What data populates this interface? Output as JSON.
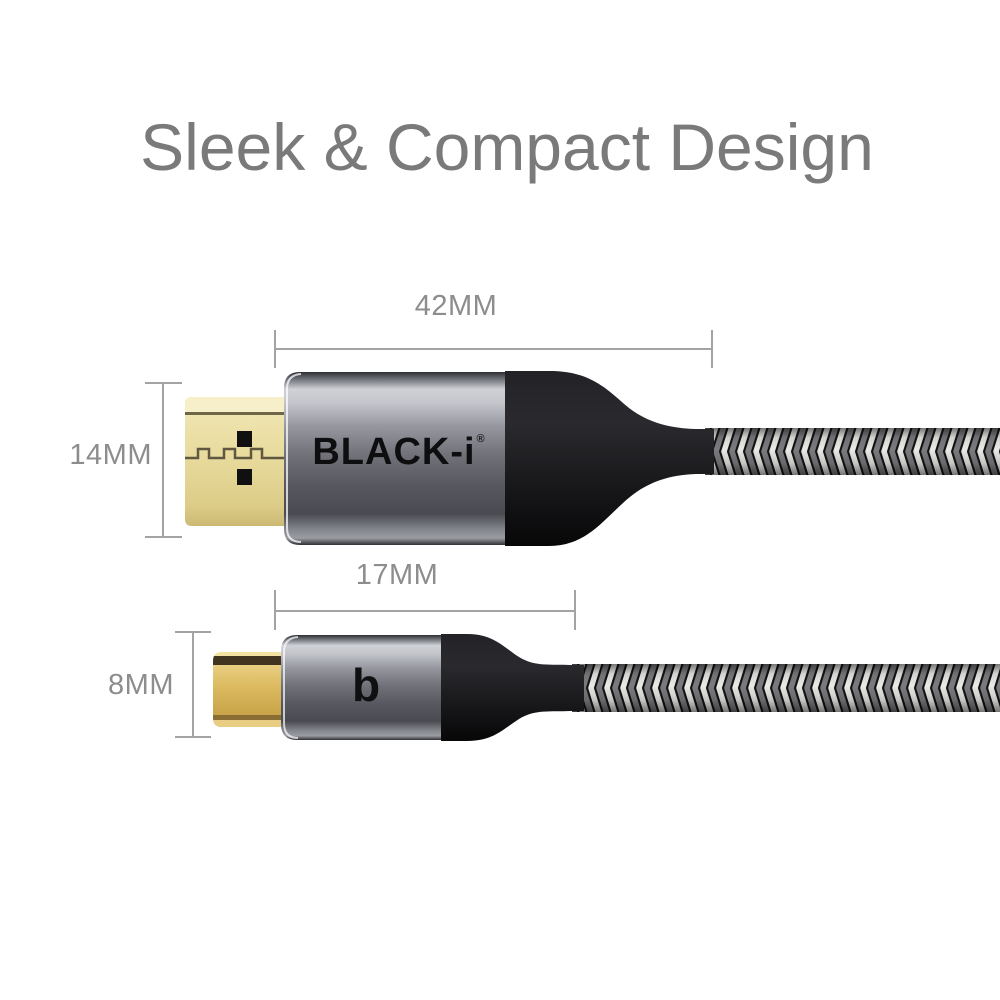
{
  "title": "Sleek & Compact Design",
  "brand": {
    "wordmark": "BLACK-i",
    "registered_mark": "®",
    "monogram": "b"
  },
  "dimensions": {
    "hdmi_connector_width": "42MM",
    "hdmi_connector_height": "14MM",
    "usbc_connector_width": "17MM",
    "usbc_connector_height": "8MM"
  },
  "colors": {
    "title_text": "#7a7a7a",
    "dimension_line": "#a3a3a3",
    "dimension_text": "#8d8d8d",
    "hdmi_gold_plug": "#e8db9d",
    "usbc_gold_plug": "#d9b75c",
    "metal_shell_gray": "#75767e",
    "boot_black": "#161618",
    "braid_light_strand": "#e9e9e7",
    "braid_gray_strand": "#7c7c80",
    "braid_dark": "#141415",
    "logo_text": "#0e0e10"
  }
}
